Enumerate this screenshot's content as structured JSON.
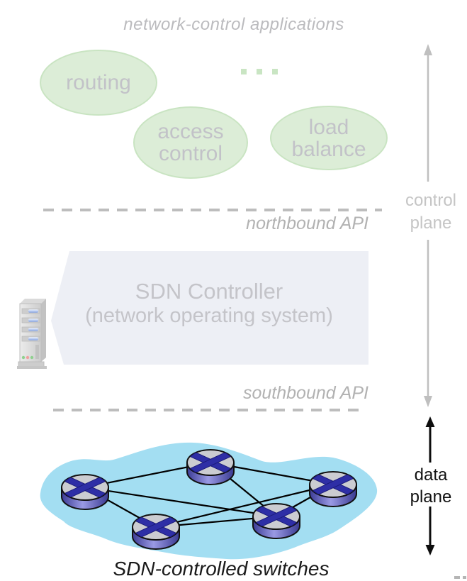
{
  "title": "network-control applications",
  "applications": {
    "items": [
      {
        "label": "routing"
      },
      {
        "label": "access control"
      },
      {
        "label": "load balance"
      }
    ],
    "more_indicator": "..."
  },
  "apis": {
    "northbound": "northbound API",
    "southbound": "southbound API"
  },
  "planes": {
    "control": "control plane",
    "data": "data plane"
  },
  "controller": {
    "name": "SDN Controller",
    "subtitle": "(network operating system)"
  },
  "network": {
    "caption": "SDN-controlled switches",
    "switch_count": 5,
    "link_count": 8
  },
  "colors": {
    "app_ellipse_fill": "#dcedd7",
    "app_ellipse_border": "#c9e4c2",
    "muted_text": "#b9b9bd",
    "dashed_line": "#bdbdbd",
    "controller_box_fill": "#edeff5",
    "network_cloud": "#a3def2",
    "switch_top": "#cbccd1",
    "switch_side": "#5a5ac0",
    "switch_x": "#2e2ea6",
    "data_plane_text": "#111111"
  }
}
